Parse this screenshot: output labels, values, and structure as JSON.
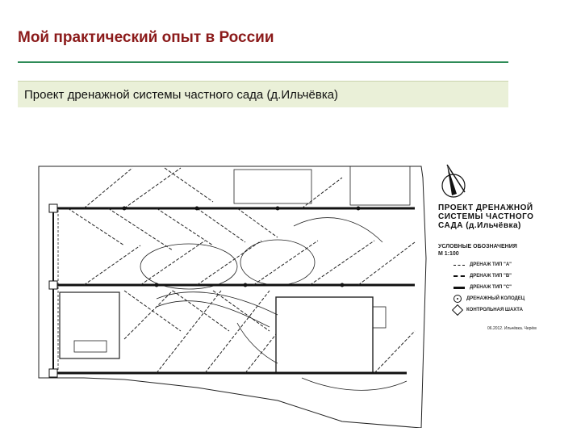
{
  "slide": {
    "title": "Мой практический опыт в России",
    "subtitle": "Проект дренажной системы частного сада (д.Ильчёвка)"
  },
  "plan": {
    "heading_line1": "ПРОЕКТ ДРЕНАЖНОЙ",
    "heading_line2": "СИСТЕМЫ ЧАСТНОГО",
    "heading_line3": "САДА (д.Ильчёвка)",
    "legend_title": "УСЛОВНЫЕ ОБОЗНАЧЕНИЯ",
    "scale": "М 1:100",
    "legend": [
      {
        "symbol": "drain-a",
        "label": "ДРЕНАЖ ТИП \"А\""
      },
      {
        "symbol": "drain-b",
        "label": "ДРЕНАЖ ТИП \"В\""
      },
      {
        "symbol": "drain-c",
        "label": "ДРЕНАЖ ТИП \"С\""
      },
      {
        "symbol": "drain-well",
        "label": "ДРЕНАЖНЫЙ КОЛОДЕЦ"
      },
      {
        "symbol": "control-shaft",
        "label": "КОНТРОЛЬНАЯ ШАХТА"
      }
    ],
    "footnote": "06.2012. Ильчёвка. Черём",
    "compass_icon": "compass-north-arrow"
  }
}
